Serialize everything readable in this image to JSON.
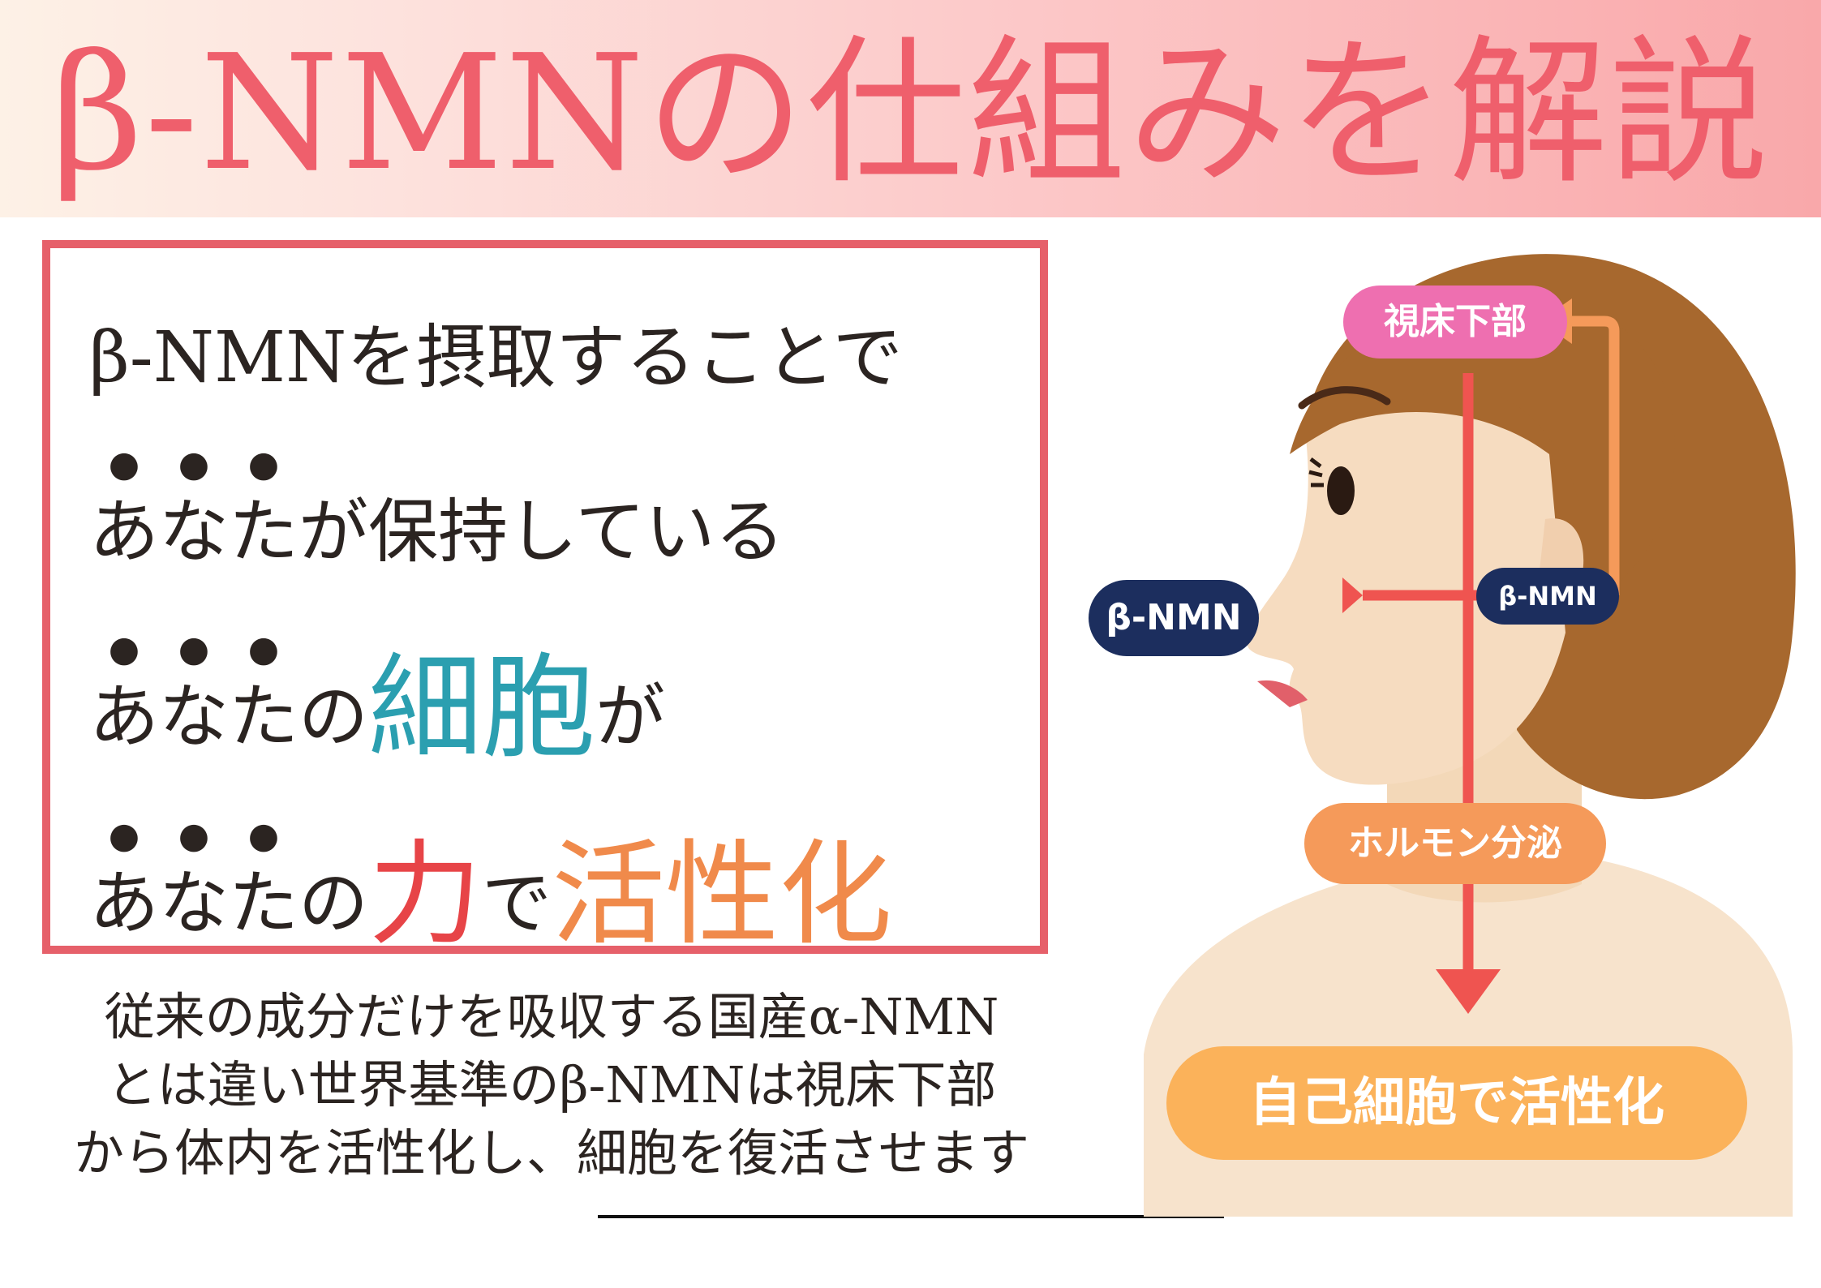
{
  "title": "β-NMNの仕組みを解説",
  "box": {
    "line1": "β-NMNを摂取することで",
    "line2_dotted": "あなた",
    "line2_rest": "が保持している",
    "line3_dotted": "あなた",
    "line3_mid": "の",
    "line3_emph": "細胞",
    "line3_end": "が",
    "line4_dotted": "あなた",
    "line4_mid": "の",
    "line4_emph1": "力",
    "line4_mid2": "で",
    "line4_emph2": "活性化"
  },
  "description": {
    "line1": "従来の成分だけを吸収する国産α-NMN",
    "line2": "とは違い世界基準のβ-NMNは視床下部",
    "line3": "から体内を活性化し、細胞を復活させます"
  },
  "diagram": {
    "hypothalamus": "視床下部",
    "nmn_outside": "β-NMN",
    "nmn_inside": "β-NMN",
    "hormone": "ホルモン分泌",
    "result": "自己細胞で活性化"
  },
  "colors": {
    "title": "#ef5f6c",
    "box_border": "#e6606a",
    "teal": "#2b9fb0",
    "red": "#e74447",
    "orange": "#f08a4b",
    "navy": "#1c2e5e",
    "pink": "#ee6fb0",
    "arrow_red": "#ef5450",
    "arrow_orange": "#f59a5a"
  }
}
